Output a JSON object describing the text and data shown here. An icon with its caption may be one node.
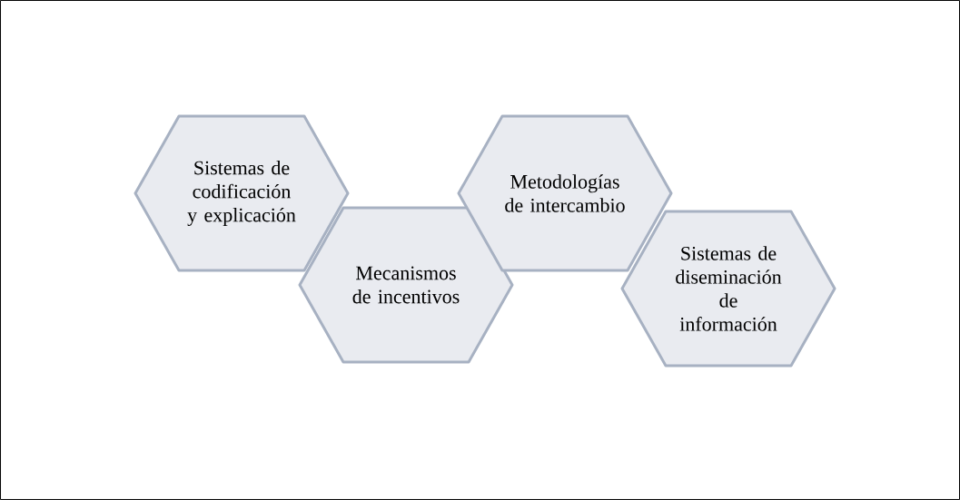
{
  "diagram": {
    "nodes": [
      {
        "text": [
          "Sistemas de codificación y explicación"
        ]
      },
      {
        "text": [
          "Mecanismos de incentivos"
        ]
      },
      {
        "text": [
          "Metodologías de intercambio"
        ]
      },
      {
        "text": [
          "Sistemas de diseminación de información"
        ]
      }
    ]
  }
}
